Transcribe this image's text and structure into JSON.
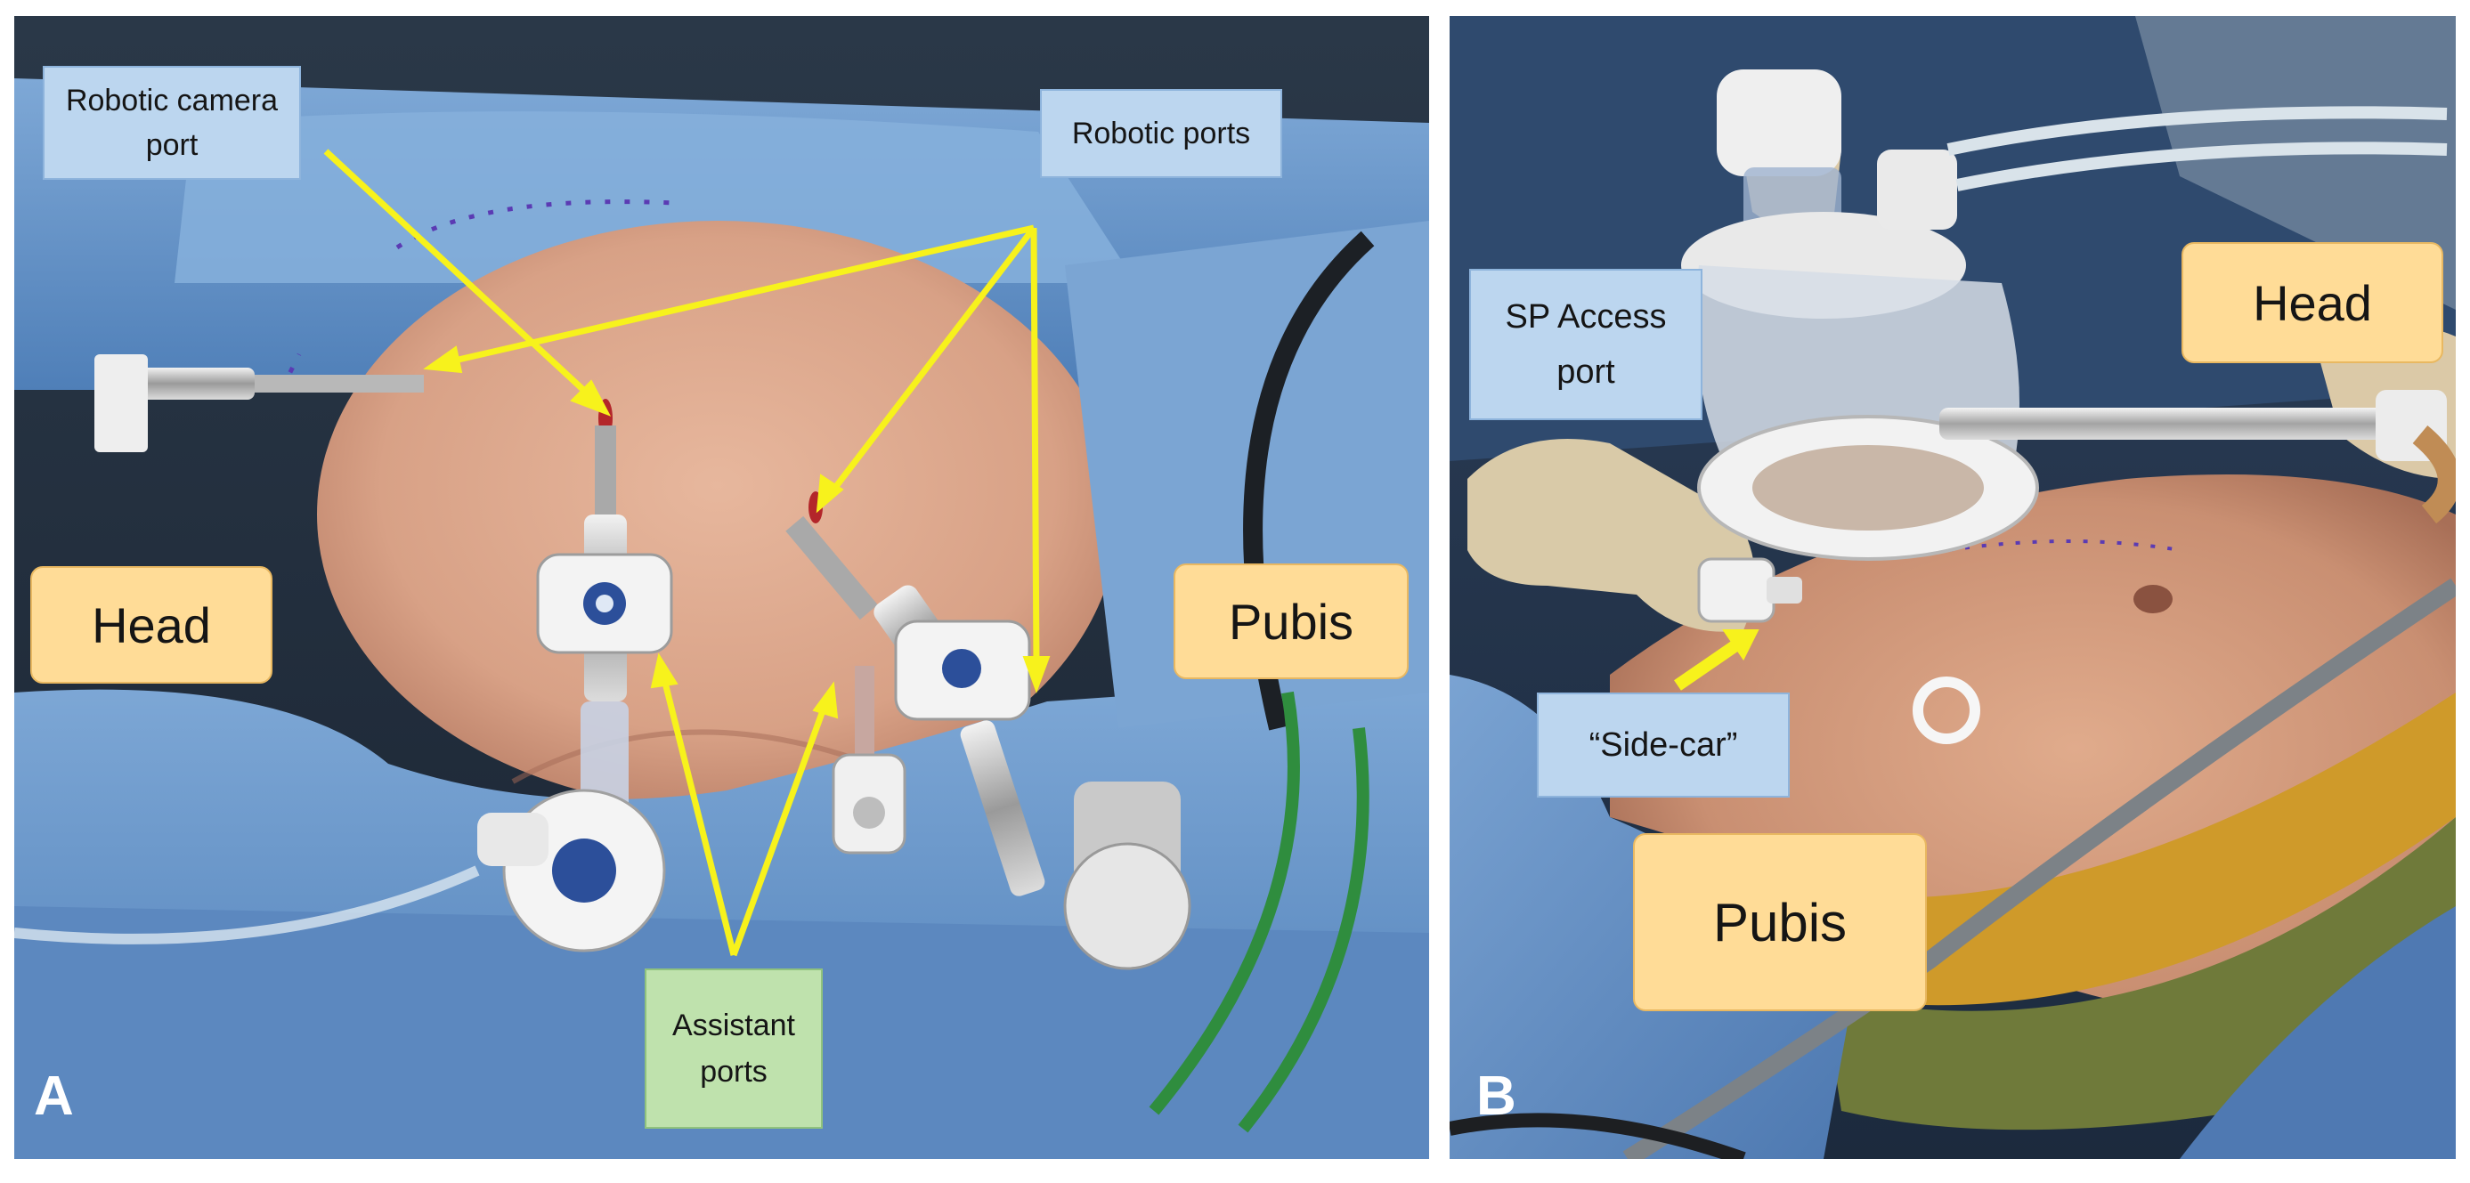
{
  "figure": {
    "panels": [
      {
        "id": "A",
        "letter": "A",
        "labels": {
          "camera_port": "Robotic camera\nport",
          "robotic_ports": "Robotic ports",
          "assistant_ports": "Assistant\nports",
          "head": "Head",
          "pubis": "Pubis"
        }
      },
      {
        "id": "B",
        "letter": "B",
        "labels": {
          "sp_access_port": "SP Access\nport",
          "side_car": "“Side-car”",
          "head": "Head",
          "pubis": "Pubis"
        }
      }
    ],
    "colors": {
      "arrow": "#f7f21c",
      "drape": "#5f8fc6",
      "skin": "#dba88e",
      "callout_blue": "#bcd6ef",
      "callout_green": "#bfe2ad",
      "callout_gold": "#ffdc97"
    },
    "icons": [
      "trocar-icon",
      "sp-access-port-icon",
      "arrow-icon"
    ]
  }
}
